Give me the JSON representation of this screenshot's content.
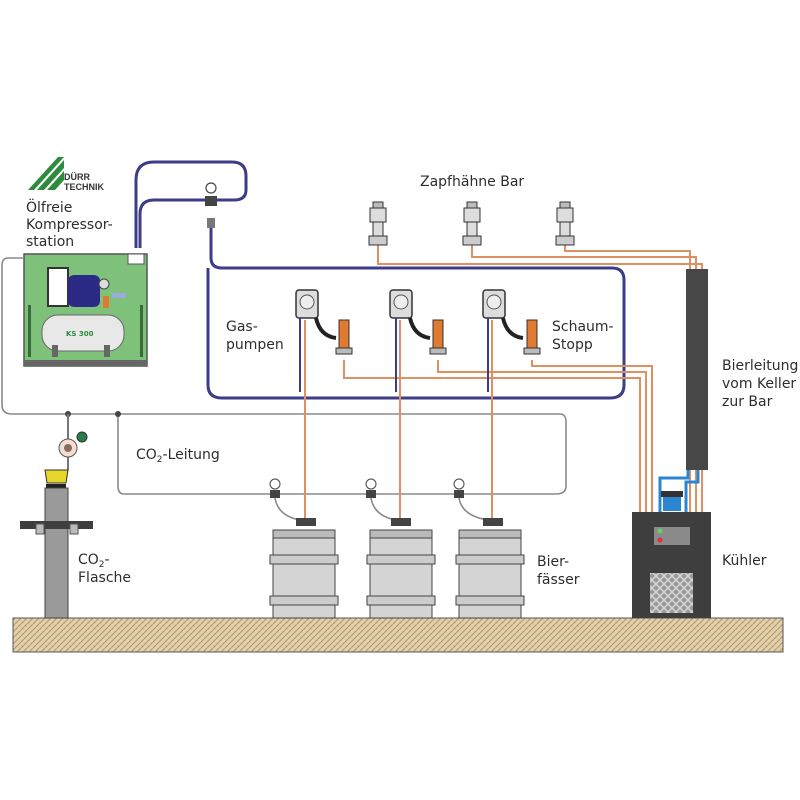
{
  "logo": {
    "line1": "DÜRR",
    "line2": "TECHNIK",
    "color": "#2e8b3e"
  },
  "labels": {
    "compressor_line1": "Ölfreie",
    "compressor_line2": "Kompressor-",
    "compressor_line3": "station",
    "taps": "Zapfhähne Bar",
    "gas_pumps_line1": "Gas-",
    "gas_pumps_line2": "pumpen",
    "foam_stop_line1": "Schaum-",
    "foam_stop_line2": "Stopp",
    "beer_line_1": "Bierleitung",
    "beer_line_2": "vom Keller",
    "beer_line_3": "zur Bar",
    "co2_line_prefix": "CO",
    "co2_line_sub": "2",
    "co2_line_suffix": "-Leitung",
    "co2_bottle_prefix": "CO",
    "co2_bottle_sub": "2",
    "co2_bottle_suffix": "-",
    "co2_bottle_line2": "Flasche",
    "kegs_line1": "Bier-",
    "kegs_line2": "fässer",
    "cooler": "Kühler",
    "tank_label": "KS 300"
  },
  "colors": {
    "air_line": "#3c3c88",
    "beer_line": "#e09060",
    "co2_line": "#8a8a8a",
    "compressor_panel": "#7dc17a",
    "cooler_body": "#3e3e3e",
    "floor": "#d9c4a0",
    "keg": "#d4d4d4",
    "cooling_water": "#2a86d0"
  },
  "counts": {
    "taps": 3,
    "gas_pumps": 3,
    "foam_stops": 3,
    "kegs": 3
  }
}
